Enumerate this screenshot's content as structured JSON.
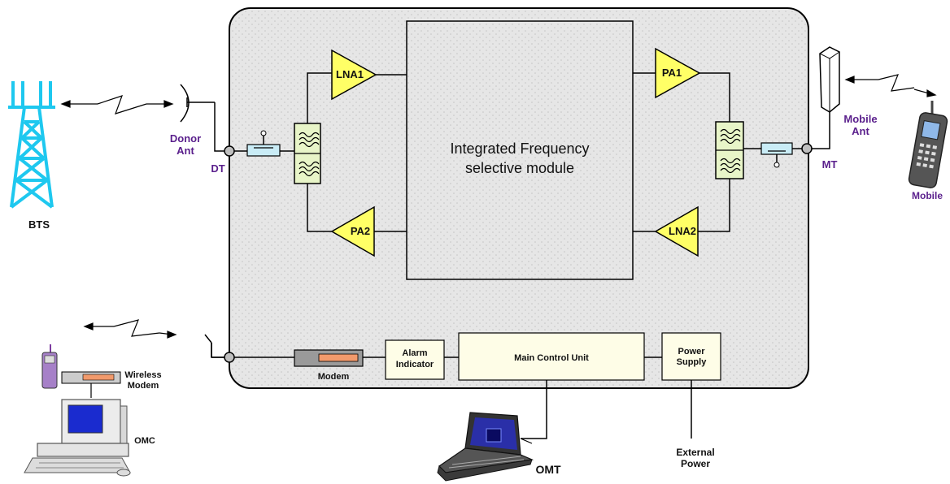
{
  "labels": {
    "bts": "BTS",
    "donor_ant": [
      "Donor",
      "Ant"
    ],
    "dt": "DT",
    "lna1": "LNA1",
    "pa2": "PA2",
    "pa1": "PA1",
    "lna2": "LNA2",
    "module": [
      "Integrated Frequency",
      "selective module"
    ],
    "mt": "MT",
    "mobile_ant": [
      "Mobile",
      "Ant"
    ],
    "mobile": "Mobile",
    "alarm_indicator": [
      "Alarm",
      "Indicator"
    ],
    "main_control_unit": "Main Control Unit",
    "power_supply": [
      "Power",
      "Supply"
    ],
    "modem": "Modem",
    "wireless_modem": [
      "Wireless",
      "Modem"
    ],
    "omc": "OMC",
    "omt": "OMT",
    "external_power": [
      "External",
      "Power"
    ]
  },
  "colors": {
    "amp_fill": "#ffff66",
    "filter_fill": "#e8f5c8",
    "box_fill": "#fefde7",
    "coupler_fill": "#c9ecf6",
    "text_purple": "#5a1f8c",
    "enclosure_fill": "#e4e4e4",
    "tower_color": "#1ec8ef",
    "modem_fill": "#f29a6c"
  },
  "icons": [
    "tower-icon",
    "dish-antenna-icon",
    "panel-antenna-icon",
    "mobile-phone-icon",
    "small-antenna-icon",
    "computer-icon",
    "laptop-icon",
    "wireless-link-icon",
    "filter-icon",
    "coupler-icon"
  ]
}
